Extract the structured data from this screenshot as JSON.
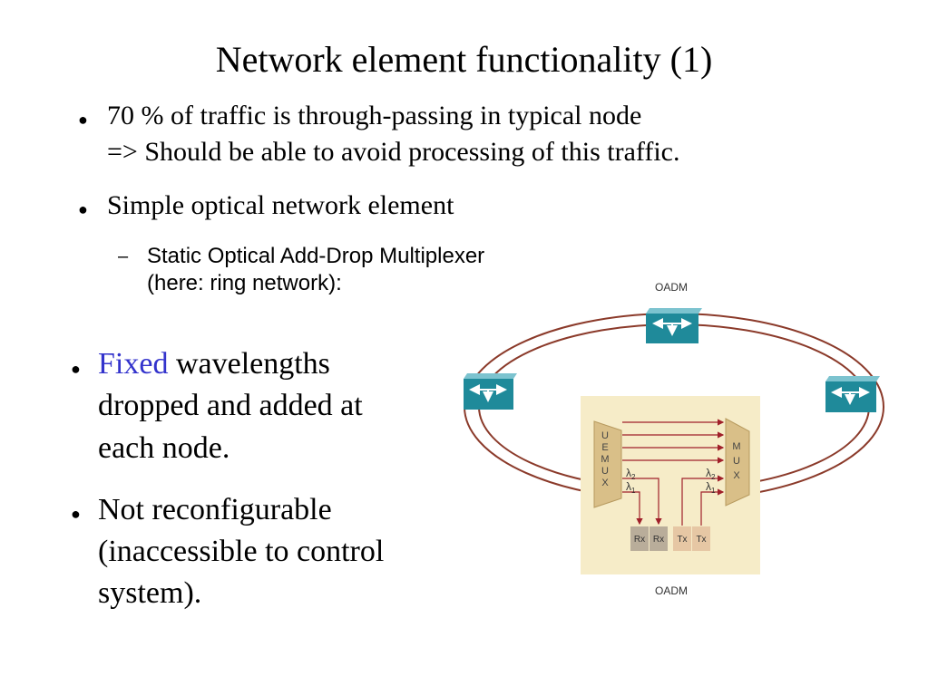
{
  "title": "Network element functionality (1)",
  "bullets": {
    "b1_line1": "70 % of traffic is through-passing in typical node",
    "b1_line2": "=> Should be able to avoid processing of this traffic.",
    "b2": "Simple optical network element",
    "sub_line1": "Static Optical Add-Drop Multiplexer",
    "sub_line2": "(here: ring network):"
  },
  "left_bullets": {
    "b3_highlight": "Fixed",
    "b3_rest_line1": " wavelengths",
    "b3_line2": "dropped and added at",
    "b3_line3": "each node.",
    "b4_line1": "Not reconfigurable",
    "b4_line2": "(inaccessible to control",
    "b4_line3": "system)."
  },
  "diagram": {
    "top_label": "OADM",
    "bottom_label": "OADM",
    "demux_letters": [
      "U",
      "E",
      "M",
      "U",
      "X"
    ],
    "mux_letters": [
      "M",
      "U",
      "X"
    ],
    "lambda2": "λ",
    "lambda2_sub": "2",
    "lambda1": "λ",
    "lambda1_sub": "1",
    "ports": [
      "Rx",
      "Rx",
      "Tx",
      "Tx"
    ],
    "colors": {
      "ring": "#8b3a2a",
      "node_face": "#1f8a9a",
      "node_top": "#7cc3cf",
      "panel": "#f6ecc8",
      "mux_body": "#d9bf88",
      "port_rx": "#b9ad9a",
      "port_tx": "#e6c7a4",
      "arrow": "#a0202a"
    }
  }
}
